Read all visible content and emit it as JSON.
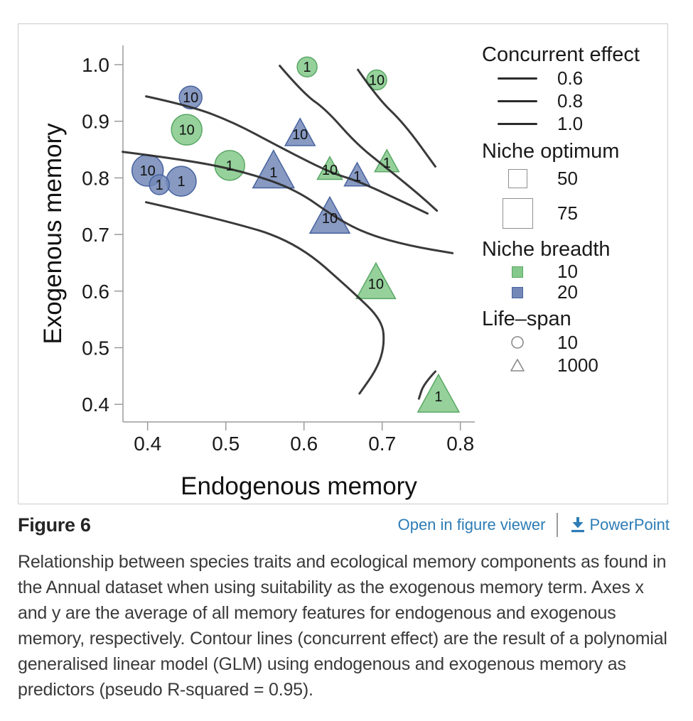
{
  "figure": {
    "label": "Figure 6",
    "links": {
      "viewer": "Open in figure viewer",
      "powerpoint": "PowerPoint"
    },
    "caption": "Relationship between species traits and ecological memory components as found in the Annual dataset when using suitability as the exogenous memory term. Axes x and y are the average of all memory features for endogenous and exogenous memory, respectively. Contour lines (concurrent effect) are the result of a polynomial generalised linear model (GLM) using endogenous and exogenous memory as predictors (pseudo R-squared = 0.95)."
  },
  "colors": {
    "green_fill": "#84c98b",
    "green_stroke": "#58a763",
    "blue_fill": "#7388b7",
    "blue_stroke": "#47639f",
    "contour": "#2b2b2b",
    "axis": "#9b9b9b",
    "tick_text": "#1a1a1a",
    "link": "#2d7cb5"
  },
  "chart_data": {
    "type": "scatter",
    "xlabel": "Endogenous memory",
    "ylabel": "Exogenous memory",
    "xlim": [
      0.368,
      0.818
    ],
    "ylim": [
      0.37,
      1.03
    ],
    "x_ticks": [
      "0.4",
      "0.5",
      "0.6",
      "0.7",
      "0.8"
    ],
    "y_ticks": [
      "1.0",
      "0.9",
      "0.8",
      "0.7",
      "0.6",
      "0.5",
      "0.4"
    ],
    "grid": false,
    "legend_position": "right",
    "points": [
      {
        "x": 0.604,
        "y": 0.996,
        "label": "1",
        "shape": "circle",
        "niche_breadth": 10,
        "life_span": 10,
        "size": 14
      },
      {
        "x": 0.693,
        "y": 0.973,
        "label": "10",
        "shape": "circle",
        "niche_breadth": 10,
        "life_span": 10,
        "size": 14
      },
      {
        "x": 0.455,
        "y": 0.942,
        "label": "10",
        "shape": "circle",
        "niche_breadth": 20,
        "life_span": 10,
        "size": 16
      },
      {
        "x": 0.45,
        "y": 0.885,
        "label": "10",
        "shape": "circle",
        "niche_breadth": 10,
        "life_span": 10,
        "size": 21.5
      },
      {
        "x": 0.4,
        "y": 0.813,
        "label": "10",
        "shape": "circle",
        "niche_breadth": 20,
        "life_span": 10,
        "size": 22
      },
      {
        "x": 0.443,
        "y": 0.794,
        "label": "1",
        "shape": "circle",
        "niche_breadth": 20,
        "life_span": 10,
        "size": 21
      },
      {
        "x": 0.415,
        "y": 0.788,
        "label": "1",
        "shape": "circle",
        "niche_breadth": 20,
        "life_span": 10,
        "size": 14
      },
      {
        "x": 0.505,
        "y": 0.822,
        "label": "1",
        "shape": "circle",
        "niche_breadth": 10,
        "life_span": 10,
        "size": 21
      },
      {
        "x": 0.561,
        "y": 0.81,
        "label": "1",
        "shape": "triangle",
        "niche_breadth": 20,
        "life_span": 1000,
        "size": 29
      },
      {
        "x": 0.595,
        "y": 0.877,
        "label": "10",
        "shape": "triangle",
        "niche_breadth": 20,
        "life_span": 1000,
        "size": 21
      },
      {
        "x": 0.633,
        "y": 0.814,
        "label": "10",
        "shape": "triangle",
        "niche_breadth": 10,
        "life_span": 1000,
        "size": 17.5
      },
      {
        "x": 0.668,
        "y": 0.803,
        "label": "1",
        "shape": "triangle",
        "niche_breadth": 20,
        "life_span": 1000,
        "size": 18
      },
      {
        "x": 0.706,
        "y": 0.827,
        "label": "1",
        "shape": "triangle",
        "niche_breadth": 10,
        "life_span": 1000,
        "size": 17
      },
      {
        "x": 0.633,
        "y": 0.729,
        "label": "10",
        "shape": "triangle",
        "niche_breadth": 20,
        "life_span": 1000,
        "size": 28
      },
      {
        "x": 0.692,
        "y": 0.613,
        "label": "10",
        "shape": "triangle",
        "niche_breadth": 10,
        "life_span": 1000,
        "size": 27.5
      },
      {
        "x": 0.772,
        "y": 0.414,
        "label": "1",
        "shape": "triangle",
        "niche_breadth": 10,
        "life_span": 1000,
        "size": 29
      }
    ],
    "contours": {
      "levels": [
        "0.6",
        "0.8",
        "1.0"
      ],
      "paths": [
        [
          [
            0.569,
            0.998
          ],
          [
            0.6,
            0.948
          ],
          [
            0.628,
            0.921
          ],
          [
            0.667,
            0.86
          ],
          [
            0.706,
            0.817
          ],
          [
            0.746,
            0.772
          ],
          [
            0.77,
            0.742
          ]
        ],
        [
          [
            0.669,
            0.991
          ],
          [
            0.694,
            0.941
          ],
          [
            0.728,
            0.896
          ],
          [
            0.768,
            0.82
          ]
        ],
        [
          [
            0.398,
            0.944
          ],
          [
            0.455,
            0.927
          ],
          [
            0.51,
            0.898
          ],
          [
            0.567,
            0.856
          ],
          [
            0.632,
            0.81
          ],
          [
            0.668,
            0.795
          ],
          [
            0.72,
            0.762
          ],
          [
            0.758,
            0.737
          ]
        ],
        [
          [
            0.368,
            0.846
          ],
          [
            0.448,
            0.832
          ],
          [
            0.521,
            0.812
          ],
          [
            0.589,
            0.78
          ],
          [
            0.641,
            0.729
          ],
          [
            0.682,
            0.7
          ],
          [
            0.735,
            0.68
          ],
          [
            0.79,
            0.667
          ]
        ],
        [
          [
            0.398,
            0.757
          ],
          [
            0.494,
            0.727
          ],
          [
            0.589,
            0.688
          ],
          [
            0.664,
            0.597
          ],
          [
            0.7,
            0.548
          ],
          [
            0.703,
            0.505
          ],
          [
            0.694,
            0.464
          ],
          [
            0.671,
            0.419
          ]
        ],
        [
          [
            0.768,
            0.458
          ],
          [
            0.753,
            0.436
          ],
          [
            0.747,
            0.41
          ]
        ]
      ]
    },
    "legend": {
      "concurrent": {
        "title": "Concurrent effect",
        "items": [
          "0.6",
          "0.8",
          "1.0"
        ]
      },
      "optimum": {
        "title": "Niche optimum",
        "items": [
          "50",
          "75"
        ]
      },
      "breadth": {
        "title": "Niche breadth",
        "items": [
          "10",
          "20"
        ]
      },
      "lifespan": {
        "title": "Life–span",
        "items": [
          "10",
          "1000"
        ]
      }
    }
  }
}
